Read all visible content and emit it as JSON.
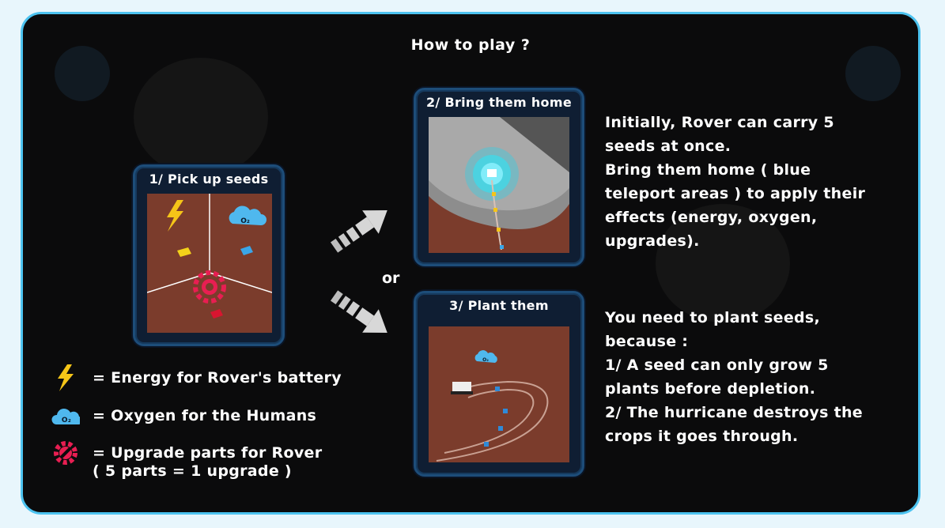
{
  "title": "How to play ?",
  "cards": {
    "pickup": {
      "header": "1/ Pick up seeds"
    },
    "bring": {
      "header": "2/ Bring them home"
    },
    "plant": {
      "header": "3/ Plant them"
    }
  },
  "or_label": "or",
  "bring_text": [
    "Initially, Rover can carry 5",
    "seeds at once.",
    "Bring them home ( blue",
    "teleport areas ) to apply their",
    "effects (energy, oxygen,",
    "upgrades)."
  ],
  "plant_text": [
    "You need to plant seeds,",
    "because :",
    "1/ A seed can only grow 5",
    "plants before depletion.",
    "2/ The hurricane destroys the",
    "crops it goes through."
  ],
  "legend": {
    "energy": "= Energy for Rover's battery",
    "oxygen": "= Oxygen for the Humans",
    "upgrade": "= Upgrade parts for Rover",
    "upgrade_note": "( 5 parts = 1 upgrade )"
  },
  "oxygen_icon_label": "O₂",
  "colors": {
    "frame_border": "#4cc3f0",
    "energy": "#f5c518",
    "oxygen": "#4fb8ee",
    "upgrade": "#e81e52",
    "card_border": "#1d4d79"
  },
  "icons": [
    "lightning-icon",
    "oxygen-cloud-icon",
    "gear-wrench-icon",
    "arrow-right-icon"
  ]
}
